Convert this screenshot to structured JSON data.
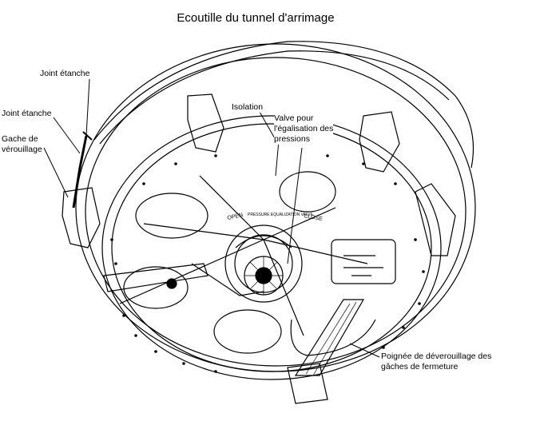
{
  "title": "Ecoutille du tunnel d'arrimage",
  "labels": {
    "joint_etanche_1": "Joint étanche",
    "joint_etanche_2": "Joint étanche",
    "gache_verouillage": [
      "Gache de",
      "vérouillage"
    ],
    "isolation": "Isolation",
    "valve": [
      "Valve pour",
      "l'égalisation des",
      "pressions"
    ],
    "poignee": [
      "Poignée de déverouillage des",
      "gâches de fermeture"
    ]
  },
  "hatch_text": {
    "open": "OPEN",
    "pressure": "PRESSURE EQUALIZATION VALVE",
    "close": "CLOSE"
  },
  "colors": {
    "ink": "#000000",
    "background": "#ffffff"
  }
}
